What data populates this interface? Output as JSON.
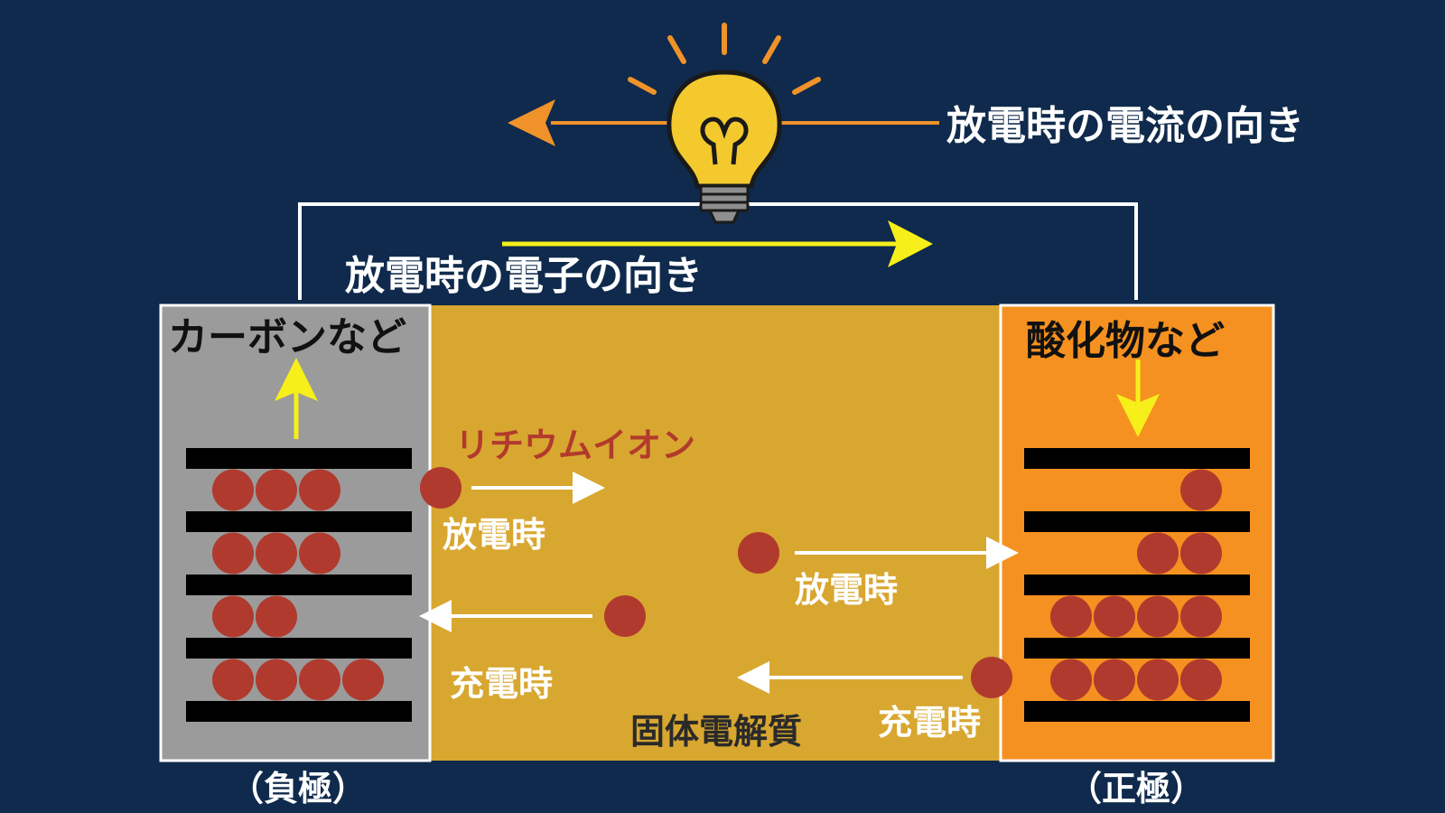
{
  "labels": {
    "current_direction": "放電時の電流の向き",
    "electron_direction": "放電時の電子の向き",
    "anode_material": "カーボンなど",
    "cathode_material": "酸化物など",
    "lithium_ion": "リチウムイオン",
    "discharge": "放電時",
    "charge": "充電時",
    "electrolyte": "固体電解質",
    "anode": "（負極）",
    "cathode": "（正極）"
  },
  "ion_counts": {
    "anode_layers": [
      3,
      3,
      2,
      4
    ],
    "cathode_layers": [
      1,
      2,
      4,
      4
    ]
  },
  "colors": {
    "background": "#0f2a4c",
    "electrolyte": "#d8a730",
    "anode": "#9b9b9b",
    "cathode": "#f59120",
    "ion": "#b13a2e",
    "current_arrow": "#f0922a",
    "electron_arrow": "#f7ef1a",
    "bulb": "#f4c92e",
    "ion_label": "#b23a2d"
  },
  "icons": {
    "bulb": "light-bulb-icon"
  }
}
